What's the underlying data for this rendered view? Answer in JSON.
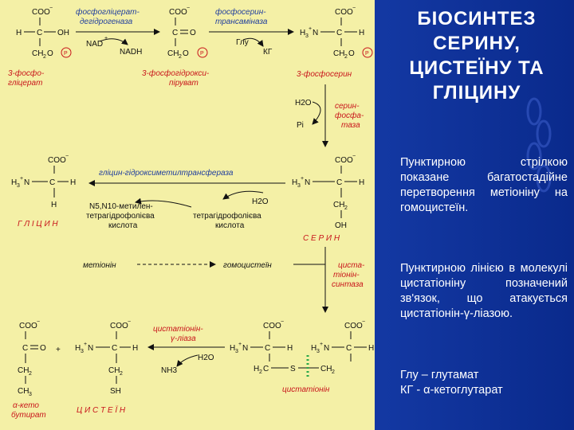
{
  "title": {
    "l1": "БІОСИНТЕЗ",
    "l2": "СЕРИНУ,",
    "l3": "ЦИСТЕЇНУ ТА",
    "l4": "ГЛІЦИНУ"
  },
  "notes": {
    "n1": "Пунктирною стрілкою показане багатостадійне перетворення метіоніну на гомоцистеїн.",
    "n2": "Пунктирною лінією в молекулі цистатіоніну позначений зв'язок, що атакується цистатіонін-γ-ліазою.",
    "n3a": "Глу – глутамат",
    "n3b": "КГ - α-кетоглутарат"
  },
  "scheme": {
    "enz1a": "фосфогліцерат-",
    "enz1b": "дегідрогеназа",
    "nad": "NAD",
    "nadh": "NADH",
    "enz2a": "фосфосерин-",
    "enz2b": "трансаміназа",
    "glu": "Глу",
    "kg": "КГ",
    "m1a": "3-фосфо-",
    "m1b": "гліцерат",
    "m2a": "3-фосфогідрокси-",
    "m2b": "піруват",
    "m3": "3-фосфосерин",
    "h2o": "H2O",
    "pi": "Pi",
    "enz3a": "серин-",
    "enz3b": "фосфа-",
    "enz3c": "таза",
    "enz4": "гліцин-гідроксиметилтрансфераза",
    "thf1a": "N5,N10-метилен-",
    "thf1b": "тетрагідрофолієва",
    "thf1c": "кислота",
    "thf2a": "тетрагідрофолієва",
    "thf2b": "кислота",
    "glycine": "Г Л І Ц И Н",
    "serine": "С Е Р И Н",
    "methionine": "метіонін",
    "homocysteine": "гомоцистеїн",
    "enz5a": "циста-",
    "enz5b": "тіонін-",
    "enz5c": "синтаза",
    "enz6a": "цистатіонін-",
    "enz6b": "γ-ліаза",
    "keto_a": "α-кето",
    "keto_b": "бутират",
    "cysteine": "Ц И С Т Е Ї Н",
    "cystathionine": "цистатіонін",
    "nh3": "NH3",
    "h2o2": "H2O",
    "coo": "COO",
    "h3n": "H3N",
    "ch2": "CH2",
    "ch3": "CH3",
    "sh": "SH",
    "oh": "OH",
    "p": "P"
  },
  "colors": {
    "background": "#0a2a8c",
    "panel": "#f4f0a6",
    "enzyme": "#1f3d9e",
    "product": "#c8151b"
  }
}
